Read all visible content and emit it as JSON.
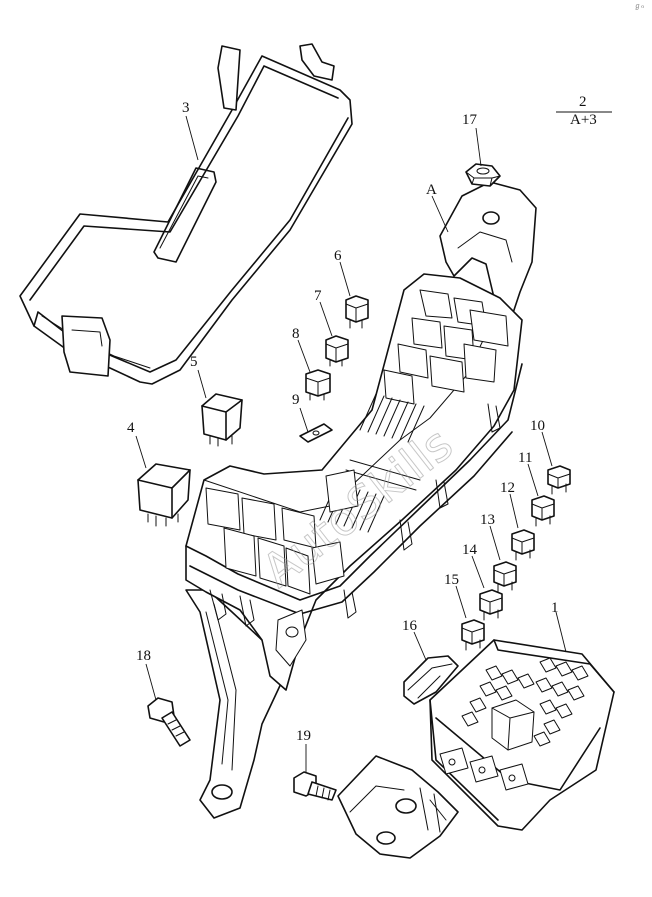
{
  "callouts": [
    {
      "id": "1",
      "label": "1"
    },
    {
      "id": "2",
      "label": "2"
    },
    {
      "id": "2sub",
      "label": "A+3"
    },
    {
      "id": "3",
      "label": "3"
    },
    {
      "id": "4",
      "label": "4"
    },
    {
      "id": "5",
      "label": "5"
    },
    {
      "id": "6",
      "label": "6"
    },
    {
      "id": "7",
      "label": "7"
    },
    {
      "id": "8",
      "label": "8"
    },
    {
      "id": "9",
      "label": "9"
    },
    {
      "id": "10",
      "label": "10"
    },
    {
      "id": "11",
      "label": "11"
    },
    {
      "id": "12",
      "label": "12"
    },
    {
      "id": "13",
      "label": "13"
    },
    {
      "id": "14",
      "label": "14"
    },
    {
      "id": "15",
      "label": "15"
    },
    {
      "id": "16",
      "label": "16"
    },
    {
      "id": "17",
      "label": "17"
    },
    {
      "id": "18",
      "label": "18"
    },
    {
      "id": "19",
      "label": "19"
    },
    {
      "id": "A",
      "label": "A"
    }
  ],
  "watermark": "AutoSkills",
  "corner_mark": "ℊℴ"
}
